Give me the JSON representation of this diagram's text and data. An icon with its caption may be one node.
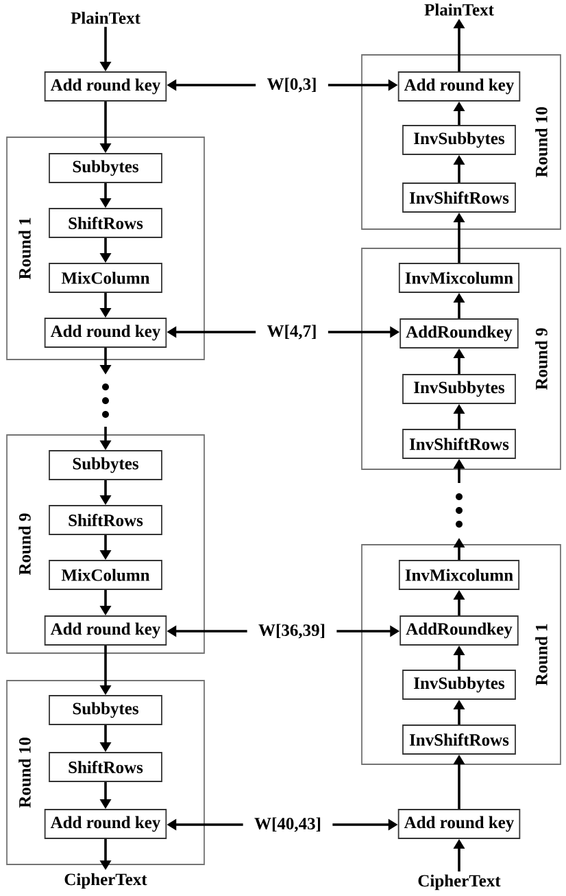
{
  "diagram": {
    "nodes": [
      {
        "text": [
          "PlainText"
        ]
      },
      {
        "text": [
          "Add round key"
        ]
      },
      {
        "text": [
          "Round 1"
        ]
      },
      {
        "text": [
          "Subbytes"
        ],
        "in": 2
      },
      {
        "text": [
          "ShiftRows"
        ],
        "in": 2
      },
      {
        "text": [
          "MixColumn"
        ],
        "in": 2
      },
      {
        "text": [
          "Add round key"
        ],
        "in": 2
      },
      {
        "text": [
          "Round 9"
        ]
      },
      {
        "text": [
          "Subbytes"
        ],
        "in": 7
      },
      {
        "text": [
          "ShiftRows"
        ],
        "in": 7
      },
      {
        "text": [
          "MixColumn"
        ],
        "in": 7
      },
      {
        "text": [
          "Add round key"
        ],
        "in": 7
      },
      {
        "text": [
          "Round 10"
        ]
      },
      {
        "text": [
          "Subbytes"
        ],
        "in": 12
      },
      {
        "text": [
          "ShiftRows"
        ],
        "in": 12
      },
      {
        "text": [
          "Add round key"
        ],
        "in": 12
      },
      {
        "text": [
          "CipherText"
        ]
      },
      {
        "text": [
          "W[0,3]"
        ]
      },
      {
        "text": [
          "W[4,7]"
        ]
      },
      {
        "text": [
          "W[36,39]"
        ]
      },
      {
        "text": [
          "W[40,43]"
        ]
      },
      {
        "text": [
          "PlainText"
        ]
      },
      {
        "text": [
          "Round 10"
        ]
      },
      {
        "text": [
          "Add round key"
        ],
        "in": 22
      },
      {
        "text": [
          "InvSubbytes"
        ],
        "in": 22
      },
      {
        "text": [
          "InvShiftRows"
        ],
        "in": 22
      },
      {
        "text": [
          "Round 9"
        ]
      },
      {
        "text": [
          "InvMixcolumn"
        ],
        "in": 26
      },
      {
        "text": [
          "AddRoundkey"
        ],
        "in": 26
      },
      {
        "text": [
          "InvSubbytes"
        ],
        "in": 26
      },
      {
        "text": [
          "InvShiftRows"
        ],
        "in": 26
      },
      {
        "text": [
          "Round 1"
        ]
      },
      {
        "text": [
          "InvMixcolumn"
        ],
        "in": 31
      },
      {
        "text": [
          "AddRoundkey"
        ],
        "in": 31
      },
      {
        "text": [
          "InvSubbytes"
        ],
        "in": 31
      },
      {
        "text": [
          "InvShiftRows"
        ],
        "in": 31
      },
      {
        "text": [
          "Add round key"
        ]
      },
      {
        "text": [
          "CipherText"
        ]
      }
    ],
    "edges": [
      {
        "from": 0,
        "to": 1,
        "arrow": "to"
      },
      {
        "from": 1,
        "to": 3,
        "arrow": "to"
      },
      {
        "from": 3,
        "to": 4,
        "arrow": "to"
      },
      {
        "from": 4,
        "to": 5,
        "arrow": "to"
      },
      {
        "from": 5,
        "to": 6,
        "arrow": "to"
      },
      {
        "from": 6,
        "to": null,
        "arrow": "to"
      },
      {
        "from": null,
        "to": 8,
        "arrow": "to"
      },
      {
        "from": 8,
        "to": 9,
        "arrow": "to"
      },
      {
        "from": 9,
        "to": 10,
        "arrow": "to"
      },
      {
        "from": 10,
        "to": 11,
        "arrow": "to"
      },
      {
        "from": 11,
        "to": 13,
        "arrow": "to"
      },
      {
        "from": 13,
        "to": 14,
        "arrow": "to"
      },
      {
        "from": 14,
        "to": 15,
        "arrow": "to"
      },
      {
        "from": 15,
        "to": 16,
        "arrow": "to"
      },
      {
        "from": 17,
        "to": 1,
        "arrow": "to"
      },
      {
        "from": 17,
        "to": 23,
        "arrow": "to"
      },
      {
        "from": 18,
        "to": 6,
        "arrow": "to"
      },
      {
        "from": 18,
        "to": 28,
        "arrow": "to"
      },
      {
        "from": 19,
        "to": 11,
        "arrow": "to"
      },
      {
        "from": 19,
        "to": 33,
        "arrow": "to"
      },
      {
        "from": 20,
        "to": 15,
        "arrow": "to"
      },
      {
        "from": 20,
        "to": 36,
        "arrow": "to"
      },
      {
        "from": 37,
        "to": 36,
        "arrow": "to"
      },
      {
        "from": 36,
        "to": 35,
        "arrow": "to"
      },
      {
        "from": 35,
        "to": 34,
        "arrow": "to"
      },
      {
        "from": 34,
        "to": 33,
        "arrow": "to"
      },
      {
        "from": 33,
        "to": 32,
        "arrow": "to"
      },
      {
        "from": 32,
        "to": null,
        "arrow": "to"
      },
      {
        "from": null,
        "to": 30,
        "arrow": "to"
      },
      {
        "from": 30,
        "to": 29,
        "arrow": "to"
      },
      {
        "from": 29,
        "to": 28,
        "arrow": "to"
      },
      {
        "from": 28,
        "to": 27,
        "arrow": "to"
      },
      {
        "from": 27,
        "to": 25,
        "arrow": "to"
      },
      {
        "from": 25,
        "to": 24,
        "arrow": "to"
      },
      {
        "from": 24,
        "to": 23,
        "arrow": "to"
      },
      {
        "from": 23,
        "to": 21,
        "arrow": "to"
      }
    ]
  }
}
